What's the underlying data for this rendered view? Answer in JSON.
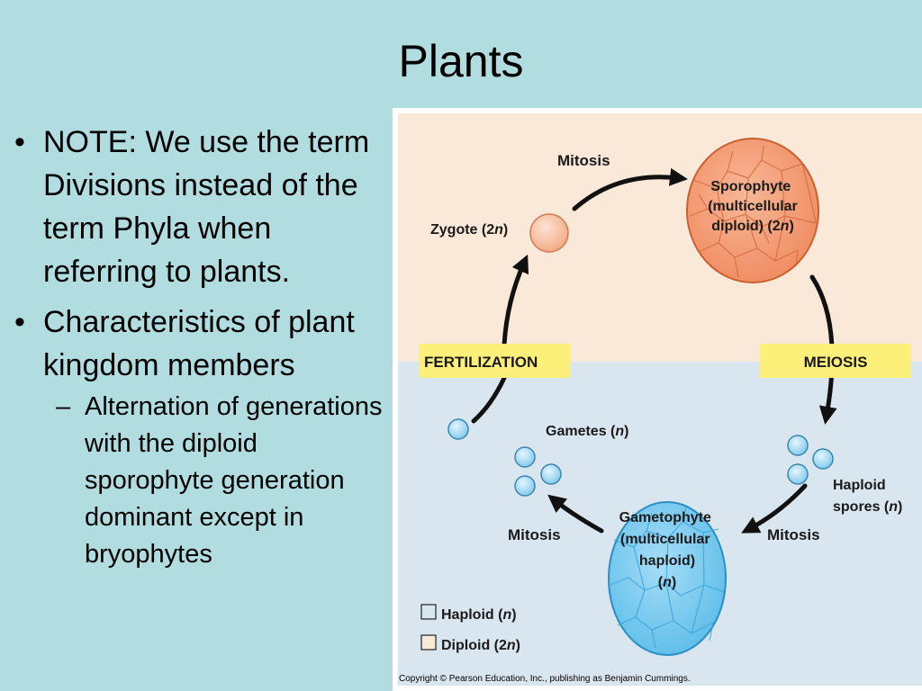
{
  "title": "Plants",
  "bullets": [
    {
      "mark": "•",
      "text": "NOTE:  We use the term Divisions instead of the term Phyla when referring to plants."
    },
    {
      "mark": "•",
      "text": "Characteristics of plant kingdom members"
    }
  ],
  "sub_bullets": [
    {
      "mark": "–",
      "text": "Alternation of generations with the diploid sporophyte generation dominant except in bryophytes"
    }
  ],
  "figure": {
    "mitosis_top": "Mitosis",
    "zygote_pre": "Zygote (2",
    "zygote_n": "n",
    "zygote_post": ")",
    "sporophyte_line1": "Sporophyte",
    "sporophyte_line2": "(multicellular",
    "sporophyte_line3_pre": "diploid) (2",
    "sporophyte_line3_n": "n",
    "sporophyte_line3_post": ")",
    "fertilization": "FERTILIZATION",
    "meiosis": "MEIOSIS",
    "gametes_pre": "Gametes (",
    "gametes_n": "n",
    "gametes_post": ")",
    "haploid_spores_line1": "Haploid",
    "haploid_spores_line2_pre": "spores (",
    "haploid_spores_line2_n": "n",
    "haploid_spores_line2_post": ")",
    "mitosis_left": "Mitosis",
    "mitosis_right": "Mitosis",
    "gametophyte_line1": "Gametophyte",
    "gametophyte_line2": "(multicellular",
    "gametophyte_line3": "haploid)",
    "gametophyte_line4_pre": "(",
    "gametophyte_line4_n": "n",
    "gametophyte_line4_post": ")",
    "legend_haploid_pre": "Haploid (",
    "legend_haploid_n": "n",
    "legend_haploid_post": ")",
    "legend_diploid_pre": "Diploid (2",
    "legend_diploid_n": "n",
    "legend_diploid_post": ")",
    "copyright": "Copyright © Pearson Education, Inc., publishing as Benjamin Cummings.",
    "colors": {
      "diploid_bg": "#fae8d8",
      "haploid_bg": "#dae6ef",
      "sporophyte_fill": "#f5a27e",
      "gametophyte_fill": "#7fcdf2",
      "label_box": "#fdf07a"
    }
  }
}
